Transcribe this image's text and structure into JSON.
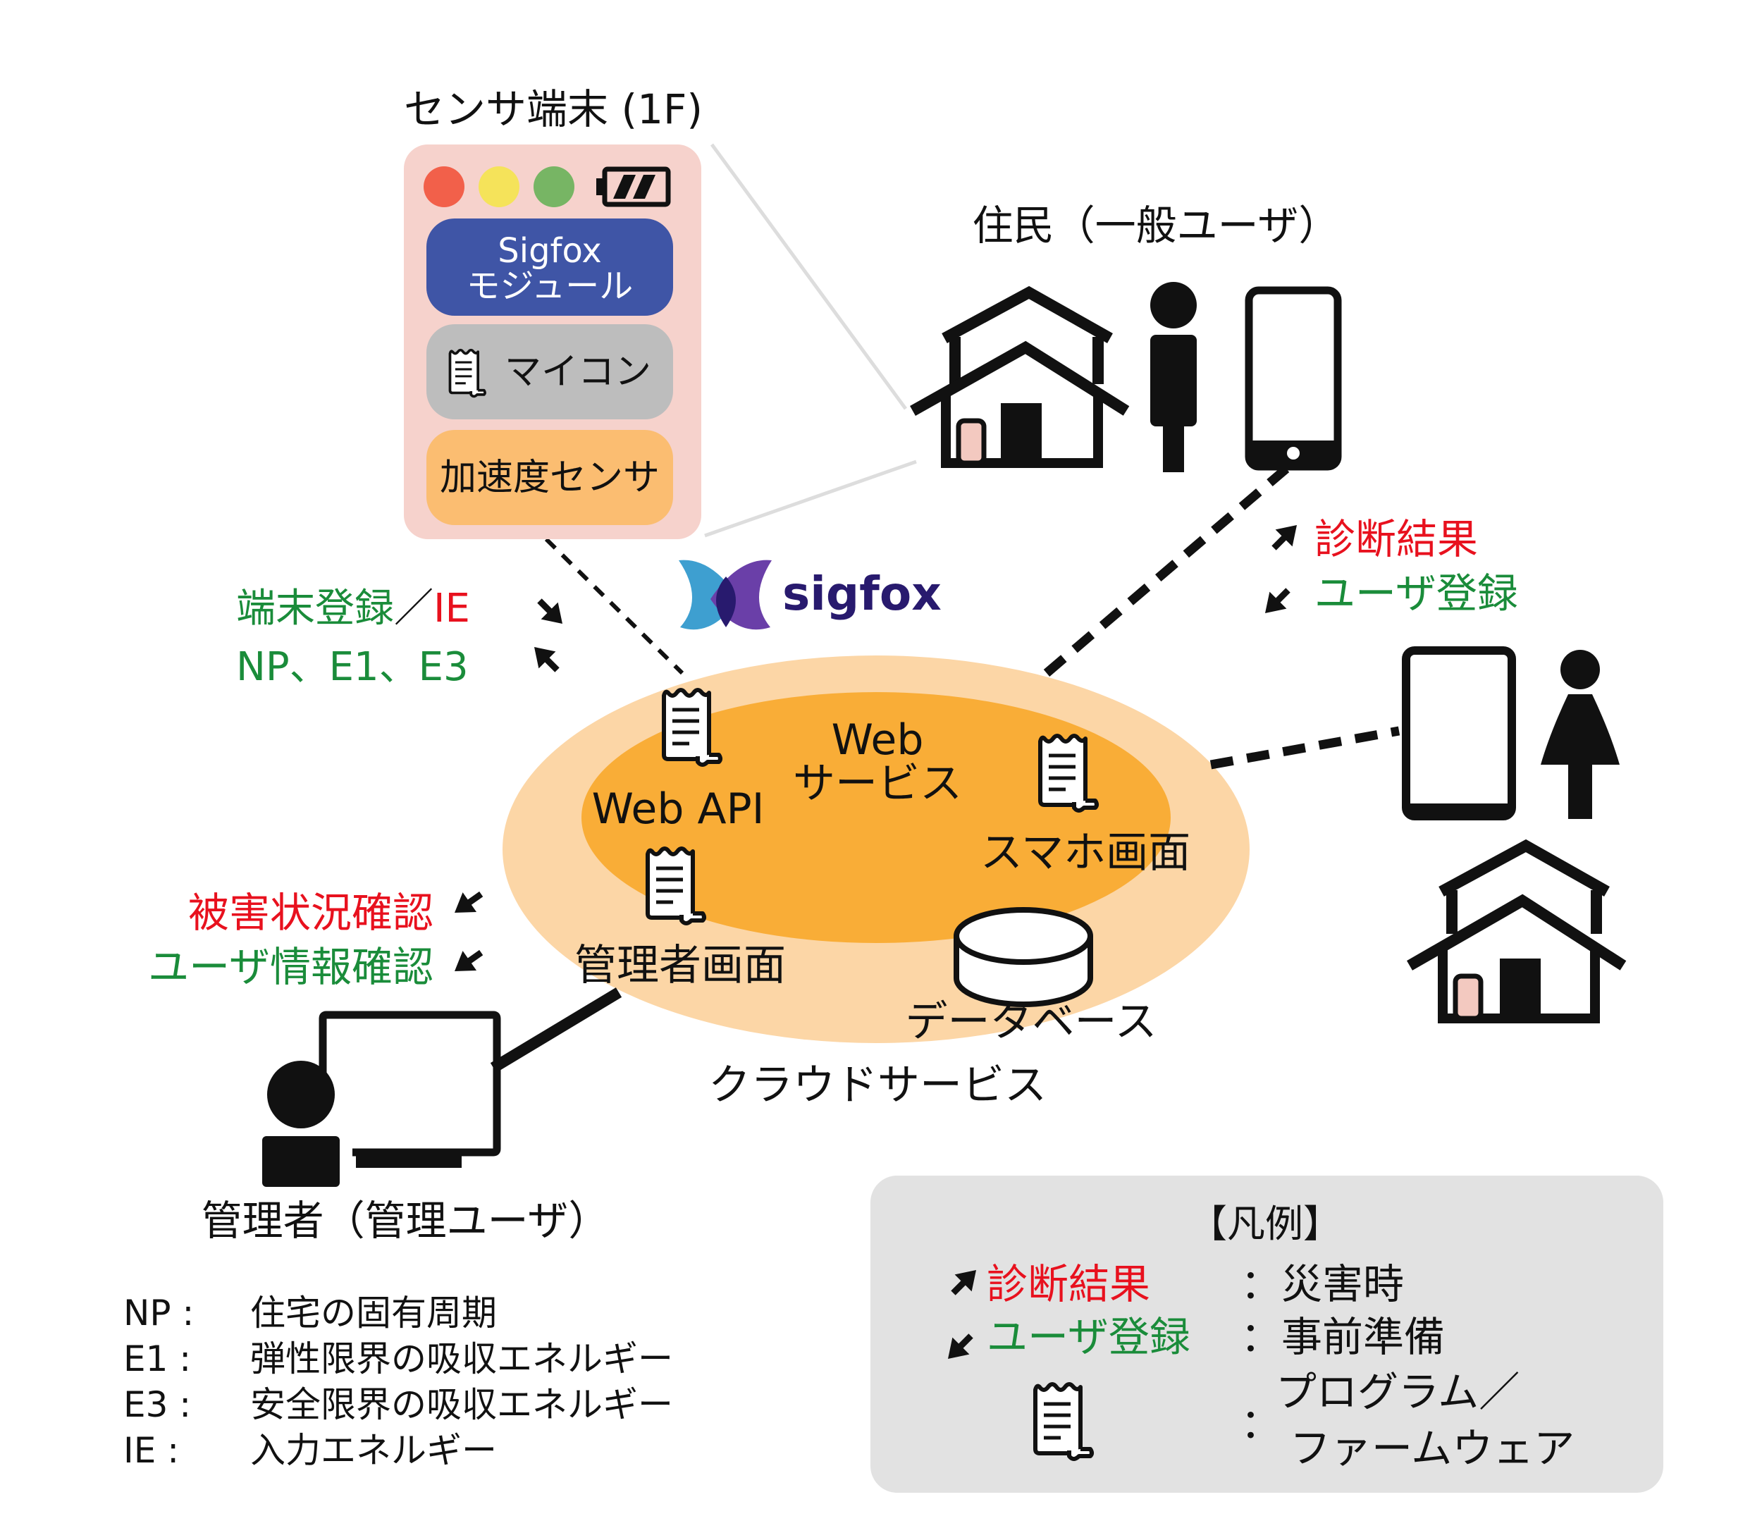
{
  "colors": {
    "red": "#e8111e",
    "green": "#1a8c3a",
    "black": "#111111",
    "sensor_panel": "#f6d2cc",
    "sigfox_module": "#3f55a6",
    "microcontroller": "#bdbdbd",
    "accel_sensor": "#fbbd71",
    "cloud_outer": "#fcd6a6",
    "cloud_inner": "#f9ad37",
    "legend_bg": "#e2e2e2",
    "door_accent": "#f3c9c0"
  },
  "sensor": {
    "title": "センサ端末 (1F)",
    "module_line1": "Sigfox",
    "module_line2": "モジュール",
    "mcu": "マイコン",
    "accel": "加速度センサ",
    "leds": [
      "#f2604a",
      "#f5e35a",
      "#77b564"
    ],
    "battery_icon": "battery-icon"
  },
  "sigfox_logo": {
    "text": "sigfox"
  },
  "resident": {
    "title": "住民（一般ユーザ）"
  },
  "admin": {
    "title": "管理者（管理ユーザ）"
  },
  "flows": {
    "sensor_reg": "端末登録",
    "slash": "／",
    "ie": "IE",
    "np_line": "NP、E1、E3",
    "resident_diag": "診断結果",
    "resident_reg": "ユーザ登録",
    "admin_damage": "被害状況確認",
    "admin_userinfo": "ユーザ情報確認"
  },
  "cloud": {
    "label": "クラウドサービス",
    "web_service_line1": "Web",
    "web_service_line2": "サービス",
    "web_api": "Web API",
    "smartphone_screen": "スマホ画面",
    "admin_screen": "管理者画面",
    "database": "データベース"
  },
  "glossary": [
    {
      "term": "NP :",
      "desc": "住宅の固有周期"
    },
    {
      "term": "E1 :",
      "desc": "弾性限界の吸収エネルギー"
    },
    {
      "term": "E3 :",
      "desc": "安全限界の吸収エネルギー"
    },
    {
      "term": "IE :",
      "desc": "入力エネルギー"
    }
  ],
  "legend": {
    "title": "【凡例】",
    "diag_label": "診断結果",
    "diag_desc": "：災害時",
    "reg_label": "ユーザ登録",
    "reg_desc": "：事前準備",
    "program_colon": "：",
    "program_line1": "プログラム／",
    "program_line2": "ファームウェア"
  }
}
